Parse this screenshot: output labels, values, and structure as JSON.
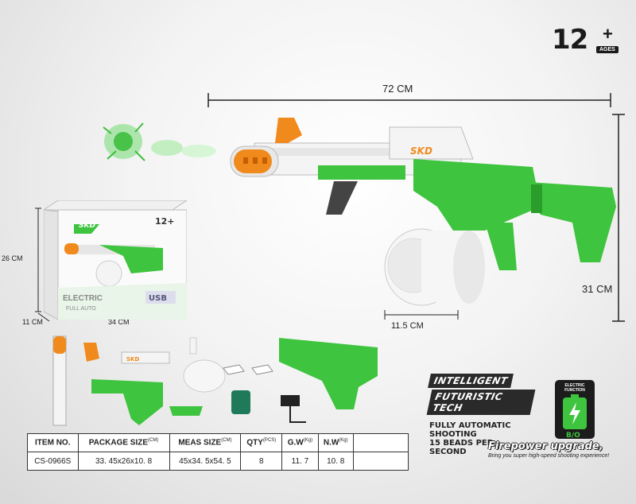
{
  "age": {
    "number": "12",
    "plus": "+",
    "tag": "AGES"
  },
  "dimensions": {
    "length": "72 CM",
    "height": "31 CM",
    "drum": "11.5 CM",
    "box_height": "26 CM",
    "box_depth": "11 CM",
    "box_width": "34 CM"
  },
  "gun": {
    "brand": "SKD"
  },
  "package": {
    "brand": "SKD",
    "age": "12+",
    "line1": "ELECTRIC",
    "line2": "FULL AUTO",
    "badge": "USB"
  },
  "features": {
    "title1": "INTELLIGENT",
    "title2": "FUTURISTIC TECH",
    "line1": "FULLY AUTOMATIC SHOOTING",
    "line2": "15 BEADS PER SECOND"
  },
  "electric": {
    "title": "ELECTRIC FUNCTION",
    "label": "B/O"
  },
  "firepower": {
    "title": "Firepower upgrade,",
    "subtitle": "Bring you super high-speed shooting experience!"
  },
  "colors": {
    "green": "#3ec43e",
    "dark_green": "#2a9d2a",
    "orange": "#f08a1c",
    "white": "#f4f4f4",
    "black": "#1a1a1a"
  },
  "spec_table": {
    "headers": [
      {
        "label": "ITEM NO.",
        "unit": ""
      },
      {
        "label": "PACKAGE SIZE",
        "unit": "(CM)"
      },
      {
        "label": "MEAS SIZE",
        "unit": "(CM)"
      },
      {
        "label": "QTY",
        "unit": "(PCS)"
      },
      {
        "label": "G.W",
        "unit": "(Kg)"
      },
      {
        "label": "N.W",
        "unit": "(Kg)"
      }
    ],
    "row": [
      "CS-0966S",
      "33. 45x26x10. 8",
      "45x34. 5x54. 5",
      "8",
      "11. 7",
      "10. 8"
    ]
  }
}
